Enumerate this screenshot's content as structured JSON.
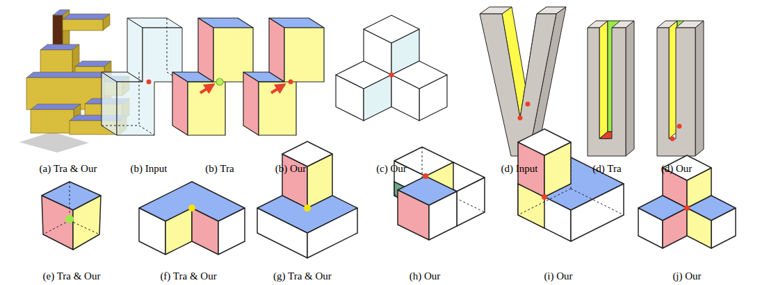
{
  "diagram": {
    "labels": [
      "(a) Tra & Our",
      "(b) Input",
      "(b) Tra",
      "(b) Our",
      "(c) Our",
      "(d) Input",
      "(d) Tra",
      "(d) Our",
      "(e) Tra & Our",
      "(f) Tra & Our",
      "(g) Tra & Our",
      "(h) Our",
      "(i) Our",
      "(j) Our"
    ]
  }
}
